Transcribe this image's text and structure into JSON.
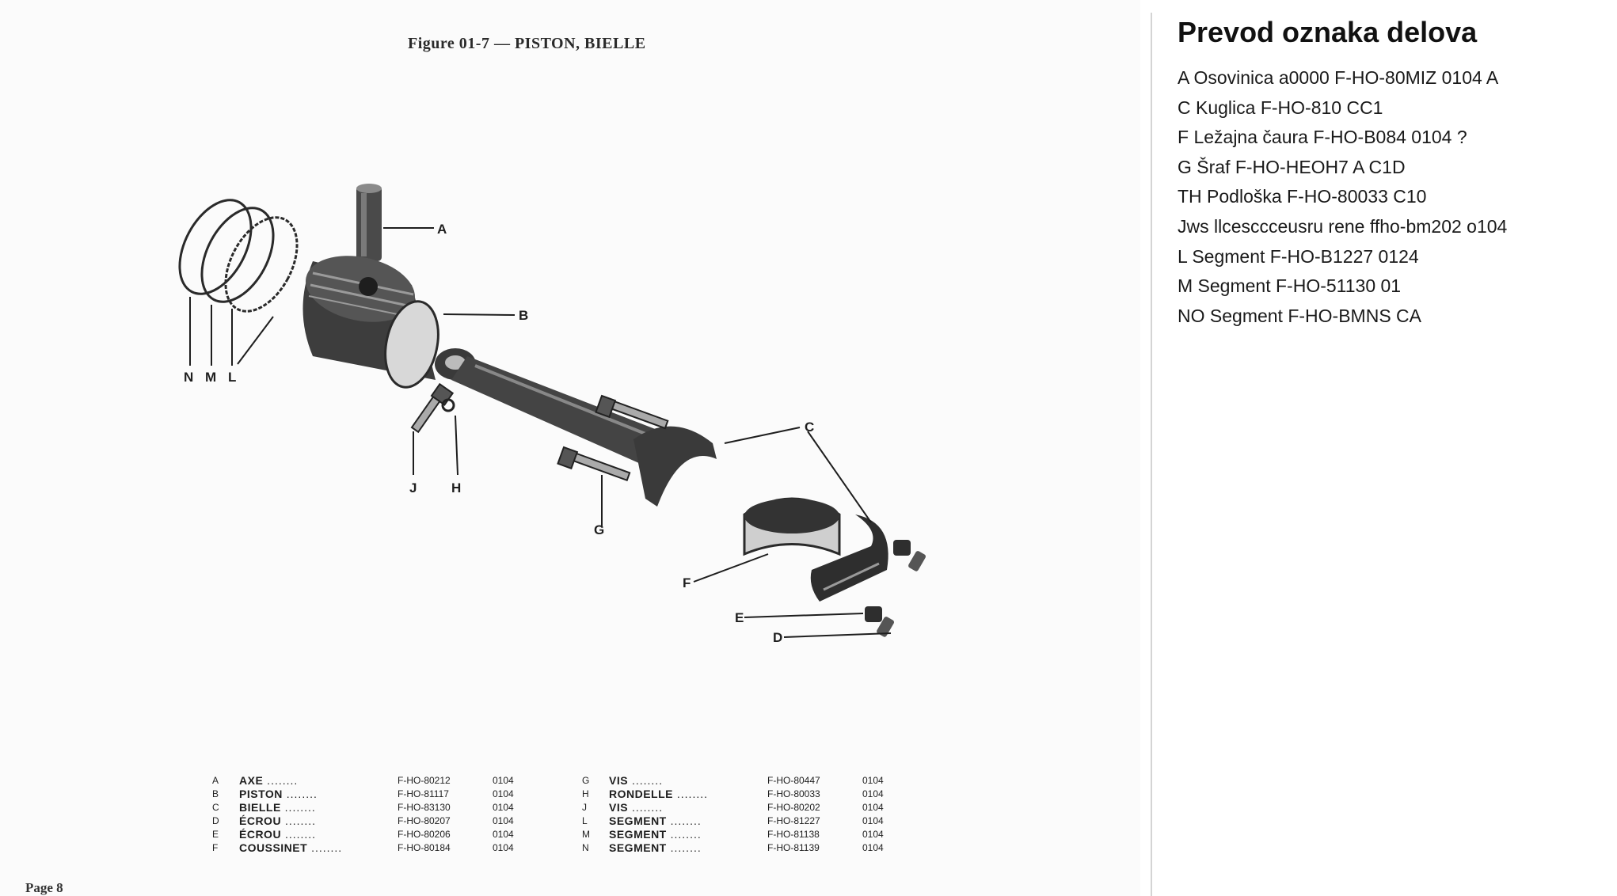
{
  "document": {
    "figure_title": "Figure 01-7 — PISTON, BIELLE",
    "page_label": "Page 8",
    "callouts": [
      "A",
      "B",
      "C",
      "D",
      "E",
      "F",
      "G",
      "H",
      "J",
      "N",
      "M",
      "L"
    ],
    "parts_left": [
      {
        "code": "A",
        "name": "AXE",
        "ref": "F-HO-80212",
        "num": "0104"
      },
      {
        "code": "B",
        "name": "PISTON",
        "ref": "F-HO-81117",
        "num": "0104"
      },
      {
        "code": "C",
        "name": "BIELLE",
        "ref": "F-HO-83130",
        "num": "0104"
      },
      {
        "code": "D",
        "name": "ÉCROU",
        "ref": "F-HO-80207",
        "num": "0104"
      },
      {
        "code": "E",
        "name": "ÉCROU",
        "ref": "F-HO-80206",
        "num": "0104"
      },
      {
        "code": "F",
        "name": "COUSSINET",
        "ref": "F-HO-80184",
        "num": "0104"
      }
    ],
    "parts_right": [
      {
        "code": "G",
        "name": "VIS",
        "ref": "F-HO-80447",
        "num": "0104"
      },
      {
        "code": "H",
        "name": "RONDELLE",
        "ref": "F-HO-80033",
        "num": "0104"
      },
      {
        "code": "J",
        "name": "VIS",
        "ref": "F-HO-80202",
        "num": "0104"
      },
      {
        "code": "L",
        "name": "SEGMENT",
        "ref": "F-HO-81227",
        "num": "0104"
      },
      {
        "code": "M",
        "name": "SEGMENT",
        "ref": "F-HO-81138",
        "num": "0104"
      },
      {
        "code": "N",
        "name": "SEGMENT",
        "ref": "F-HO-81139",
        "num": "0104"
      }
    ]
  },
  "translation_panel": {
    "title": "Prevod oznaka delova",
    "items": [
      "A Osovinica a0000 F-HO-80MIZ 0104 A",
      "C Kuglica F-HO-810 CC1",
      "F Ležajna čaura F-HO-B084 0104 ?",
      "G Šraf F-HO-HEOH7 A C1D",
      "TH Podloška F-HO-80033 C10",
      "Jws llcesccceusru rene ffho-bm202 o104",
      "L Segment F-HO-B1227 0124",
      "M Segment F-HO-51130 01",
      "NO Segment F-HO-BMNS CA"
    ]
  },
  "colors": {
    "ink": "#1e1e1e",
    "part_dark": "#3a3a3a",
    "part_mid": "#7a7a7a",
    "part_light": "#c8c8c8"
  }
}
